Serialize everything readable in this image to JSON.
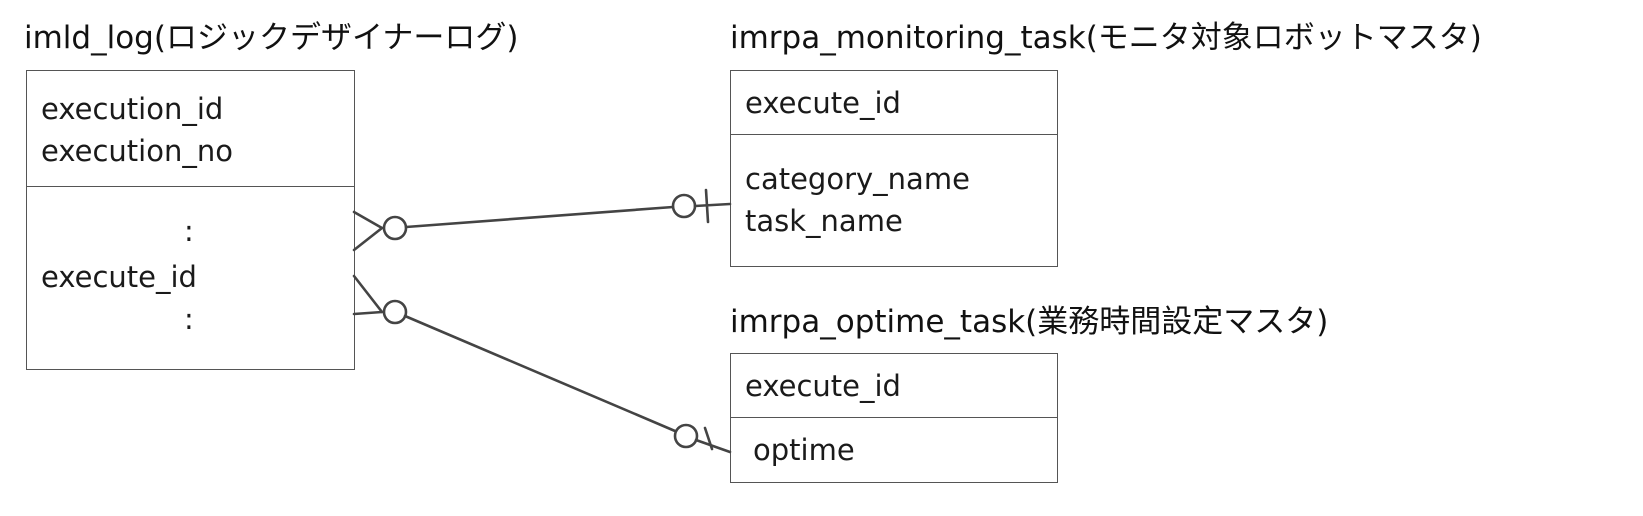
{
  "entities": {
    "imld_log": {
      "title": "imld_log(ロジックデザイナーログ)",
      "keys": [
        "execution_id",
        "execution_no"
      ],
      "attributes": [
        ":",
        "execute_id",
        ":"
      ]
    },
    "imrpa_monitoring_task": {
      "title": "imrpa_monitoring_task(モニタ対象ロボットマスタ)",
      "keys": [
        "execute_id"
      ],
      "attributes": [
        "category_name",
        "task_name"
      ]
    },
    "imrpa_optime_task": {
      "title": "imrpa_optime_task(業務時間設定マスタ)",
      "keys": [
        "execute_id"
      ],
      "attributes": [
        "optime"
      ]
    }
  },
  "relationships": [
    {
      "from": "imld_log",
      "to": "imrpa_monitoring_task",
      "from_cardinality": "zero-or-many",
      "to_cardinality": "zero-or-one"
    },
    {
      "from": "imld_log",
      "to": "imrpa_optime_task",
      "from_cardinality": "zero-or-many",
      "to_cardinality": "zero-or-one"
    }
  ],
  "colors": {
    "line": "#444444",
    "border": "#555555",
    "text": "#1a1a1a"
  }
}
